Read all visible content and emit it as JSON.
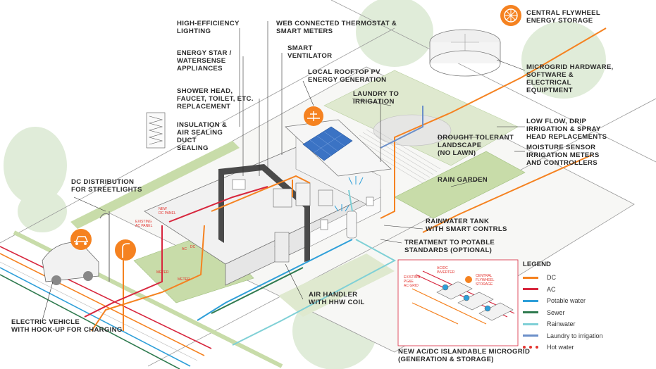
{
  "labels": {
    "high_efficiency_lighting": "HIGH-EFFICIENCY\nLIGHTING",
    "energy_star": "ENERGY STAR /\nWATERSENSE\nAPPLIANCES",
    "shower_head": "SHOWER HEAD,\nFAUCET, TOILET, ETC.\nREPLACEMENT",
    "insulation": "INSULATION &\nAIR SEALING\nDUCT\nSEALING",
    "web_thermostat": "WEB CONNECTED THERMOSTAT &\nSMART METERS",
    "smart_ventilator": "SMART\nVENTILATOR",
    "rooftop_pv": "LOCAL ROOFTOP PV\nENERGY GENERATION",
    "laundry": "LAUNDRY TO\nIRRIGATION",
    "flywheel": "CENTRAL FLYWHEEL\nENERGY STORAGE",
    "microgrid_hardware": "MICROGRID HARDWARE,\nSOFTWARE &\nELECTRICAL\nEQUIPTMENT",
    "low_flow": "LOW FLOW, DRIP\nIRRIGATION & SPRAY\nHEAD REPLACEMENTS",
    "moisture": "MOISTURE SENSOR\nIRRIGATION METERS\nAND CONTROLLERS",
    "drought": "DROUGHT TOLERANT\nLANDSCAPE\n(NO LAWN)",
    "rain_garden": "RAIN GARDEN",
    "dc_distribution": "DC DISTRIBUTION\nFOR STREETLIGHTS",
    "rainwater_tank": "RAINWATER TANK\nWITH SMART CONTRLS",
    "treatment": "TREATMENT TO POTABLE\nSTANDARDS (OPTIONAL)",
    "air_handler": "AIR HANDLER\nWITH HHW COIL",
    "electric_vehicle": "ELECTRIC VEHICLE\nWITH HOOK-UP FOR CHARGING",
    "microgrid_inset": "NEW AC/DC ISLANDABLE MICROGRID\n(GENERATION & STORAGE)"
  },
  "small_labels": {
    "existing_ac_panel": "EXISTING\nAC PANEL",
    "new_dc_panel": "NEW\nDC PANEL",
    "ac": "AC",
    "dc": "DC",
    "meter": "METER",
    "existing_pge": "EXISTING\nPG&E\nAC GRID",
    "acdc_inverter": "AC/DC\nINVERTER",
    "central_flywheel_small": "CENTRAL\nFLYWHEEL\nSTORAGE"
  },
  "legend": {
    "title": "LEGEND",
    "items": [
      {
        "label": "DC",
        "color": "#f58220",
        "style": "line"
      },
      {
        "label": "AC",
        "color": "#d7263d",
        "style": "line"
      },
      {
        "label": "Potable water",
        "color": "#2e9fd9",
        "style": "line"
      },
      {
        "label": "Sewer",
        "color": "#2f7a4f",
        "style": "line"
      },
      {
        "label": "Rainwater",
        "color": "#7fd0d6",
        "style": "line"
      },
      {
        "label": "Laundry to irrigation",
        "color": "#6b8fc9",
        "style": "line"
      },
      {
        "label": "Hot water",
        "color": "#e3342f",
        "style": "dots"
      }
    ]
  },
  "colors": {
    "dc": "#f58220",
    "ac": "#d7263d",
    "potable": "#2e9fd9",
    "sewer": "#2f7a4f",
    "rainwater": "#7fd0d6",
    "laundry": "#6b8fc9",
    "grass": "#c8dca9",
    "house_frame": "#4a4a4a"
  }
}
